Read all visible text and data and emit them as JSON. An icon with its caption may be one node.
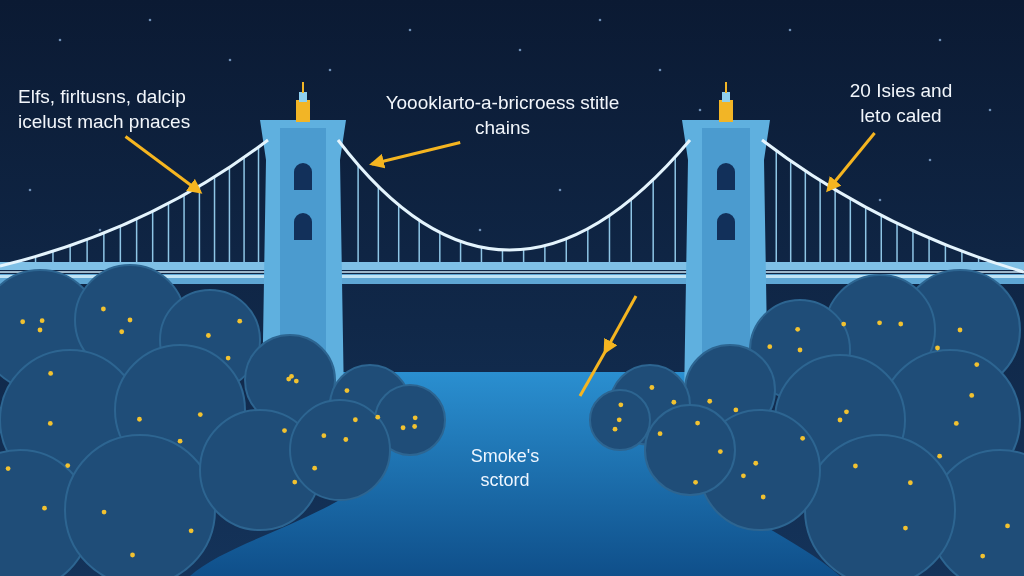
{
  "diagram": {
    "nodes": [
      {
        "text": [
          "Elfs, firltusns, dalcip icelust mach pnaces"
        ]
      },
      {
        "text": [
          "Yoooklarto-a-bricroess stitle chains"
        ]
      },
      {
        "text": [
          "20 Isies and leto caled"
        ]
      }
    ],
    "edges": [
      {
        "from": 0,
        "to": null,
        "arrow": "to"
      },
      {
        "from": 1,
        "to": null,
        "arrow": "to"
      },
      {
        "from": 2,
        "to": null,
        "arrow": "to"
      }
    ],
    "labels": [
      "Smoke's sctord"
    ]
  }
}
